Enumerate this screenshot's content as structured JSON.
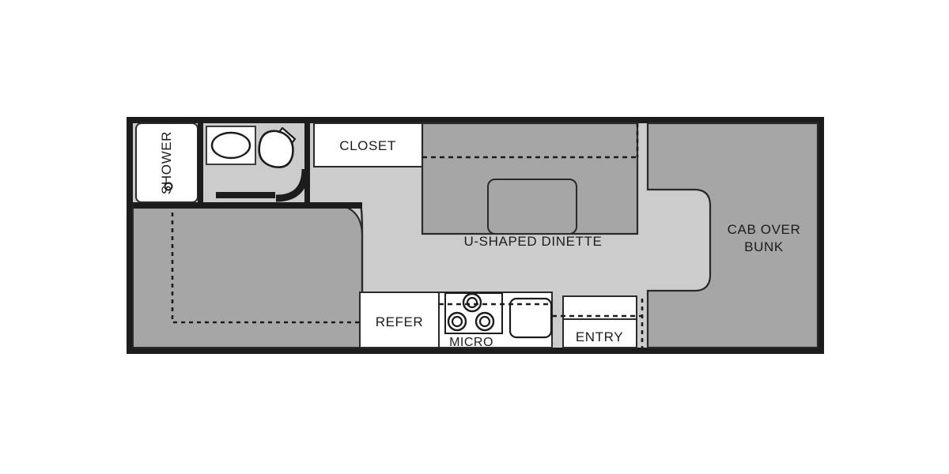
{
  "diagram": {
    "type": "rv-floorplan",
    "title": "RV Floorplan",
    "background_color": "#ffffff"
  },
  "colors": {
    "wall": "#1c1c1c",
    "furniture_gray": "#a6a6a6",
    "floor_gray": "#cccccc",
    "white_fill": "#ffffff",
    "outline": "#2a2a2a",
    "text": "#1c1c1c"
  },
  "rooms": [
    {
      "id": "shower",
      "label": "SHOWER",
      "label_orientation": "vertical",
      "has_drain_icon": true,
      "fill": "#ffffff"
    },
    {
      "id": "lavatory",
      "label": "",
      "fixtures": [
        "sink-basin",
        "toilet"
      ],
      "fill": "#cccccc"
    },
    {
      "id": "closet",
      "label": "CLOSET",
      "fill": "#ffffff"
    },
    {
      "id": "dinette",
      "label": "U-SHAPED DINETTE",
      "fill": "#a6a6a6"
    },
    {
      "id": "cab-over-bunk",
      "label_line1": "CAB OVER",
      "label_line2": "BUNK",
      "fill": "#a6a6a6"
    },
    {
      "id": "rear-bed",
      "label": "",
      "fill": "#a6a6a6"
    },
    {
      "id": "refer",
      "label": "REFER",
      "fill": "#ffffff"
    },
    {
      "id": "micro",
      "label": "MICRO",
      "fill": "#ffffff",
      "fixtures": [
        "cooktop-3-burner",
        "kitchen-sink"
      ]
    },
    {
      "id": "entry",
      "label": "ENTRY",
      "fill": "#ffffff"
    }
  ],
  "labels": {
    "shower": "SHOWER",
    "closet": "CLOSET",
    "dinette": "U-SHAPED DINETTE",
    "cab_over_line1": "CAB OVER",
    "cab_over_line2": "BUNK",
    "refer": "REFER",
    "micro": "MICRO",
    "entry": "ENTRY"
  }
}
